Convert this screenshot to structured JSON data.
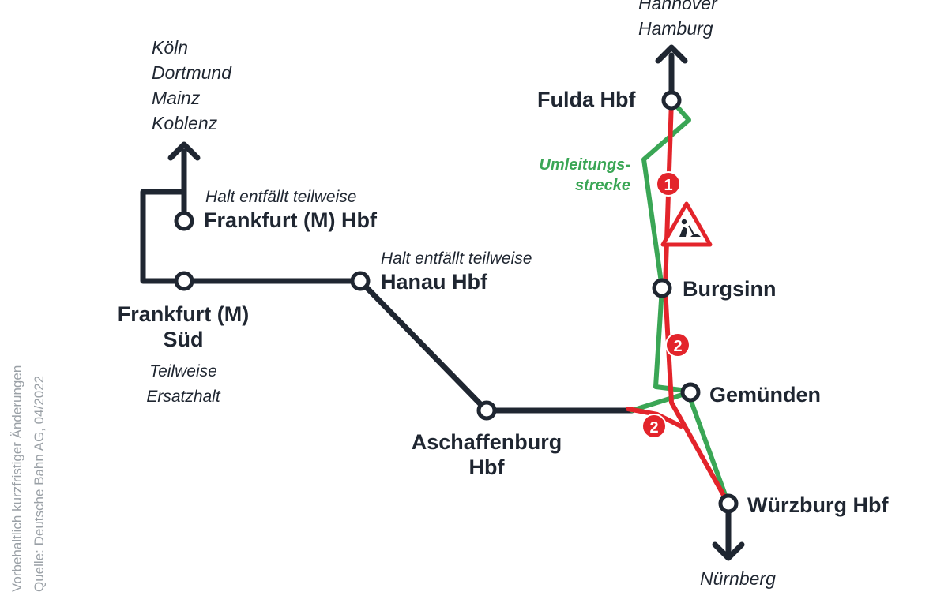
{
  "destinations": {
    "north": [
      "Hannover",
      "Hamburg"
    ],
    "west": [
      "Köln",
      "Dortmund",
      "Mainz",
      "Koblenz"
    ],
    "south": "Nürnberg"
  },
  "stations": {
    "frankfurt_hbf": "Frankfurt (M) Hbf",
    "frankfurt_sued": [
      "Frankfurt (M)",
      "Süd"
    ],
    "hanau": "Hanau Hbf",
    "aschaffenburg": [
      "Aschaffenburg",
      "Hbf"
    ],
    "fulda": "Fulda Hbf",
    "burgsinn": "Burgsinn",
    "gemuenden": "Gemünden",
    "wuerzburg": "Würzburg Hbf"
  },
  "notes": {
    "frankfurt_hbf": "Halt entfällt teilweise",
    "hanau": "Halt entfällt teilweise",
    "frankfurt_sued": [
      "Teilweise",
      "Ersatzhalt"
    ]
  },
  "detour_label": [
    "Umleitungs-",
    "strecke"
  ],
  "section_markers": [
    "1",
    "2",
    "2"
  ],
  "credit_lines": [
    "Vorbehaltlich kurzfristiger Änderungen",
    "Quelle: Deutsche Bahn AG, 04/2022"
  ],
  "colors": {
    "line": "#1f2631",
    "closure": "#e3242b",
    "detour": "#3aa655",
    "credit": "#9aa0a6"
  },
  "icons": {
    "construction": "construction-warning-icon",
    "arrows": "arrow-icon"
  }
}
